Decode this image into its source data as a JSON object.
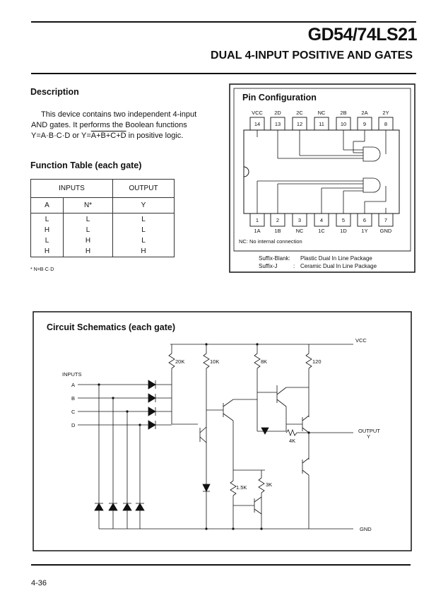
{
  "header": {
    "part_number": "GD54/74LS21",
    "subtitle": "DUAL 4-INPUT POSITIVE AND GATES"
  },
  "description": {
    "heading": "Description",
    "line1": "This device contains two independent 4-input",
    "line2": "AND gates. It performs the Boolean functions",
    "line3a": "Y=A·B·C·D or Y=",
    "line3b": "A+B+C+D",
    "line3c": " in positive logic."
  },
  "function_table": {
    "heading": "Function Table (each gate)",
    "group_headers": [
      "INPUTS",
      "OUTPUT"
    ],
    "columns": [
      "A",
      "N*",
      "Y"
    ],
    "rows": [
      [
        "L",
        "L",
        "L"
      ],
      [
        "H",
        "L",
        "L"
      ],
      [
        "L",
        "H",
        "L"
      ],
      [
        "H",
        "H",
        "H"
      ]
    ],
    "footnote": "* N=B·C·D"
  },
  "pin_config": {
    "heading": "Pin Configuration",
    "top_labels": [
      "VCC",
      "2D",
      "2C",
      "NC",
      "2B",
      "2A",
      "2Y"
    ],
    "top_pins": [
      "14",
      "13",
      "12",
      "11",
      "10",
      "9",
      "8"
    ],
    "bottom_pins": [
      "1",
      "2",
      "3",
      "4",
      "5",
      "6",
      "7"
    ],
    "bottom_labels": [
      "1A",
      "1B",
      "NC",
      "1C",
      "1D",
      "1Y",
      "GND"
    ],
    "nc_note": "NC: No internal connection",
    "suffix_blank_label": "Suffix-Blank:",
    "suffix_blank_value": "Plastic Dual In Line Package",
    "suffix_j_label": "Suffix-J",
    "suffix_j_value": "Ceramic Dual In Line Package"
  },
  "schematic": {
    "heading": "Circuit Schematics (each gate)",
    "vcc_label": "VCC",
    "inputs_label": "INPUTS",
    "inputs": [
      "A",
      "B",
      "C",
      "D"
    ],
    "resistors": [
      "20K",
      "10K",
      "8K",
      "120",
      "1.5K",
      "3K",
      "4K"
    ],
    "output_label": "OUTPUT",
    "output_signal": "Y",
    "gnd_label": "GND"
  },
  "footer": {
    "page_number": "4-36"
  }
}
